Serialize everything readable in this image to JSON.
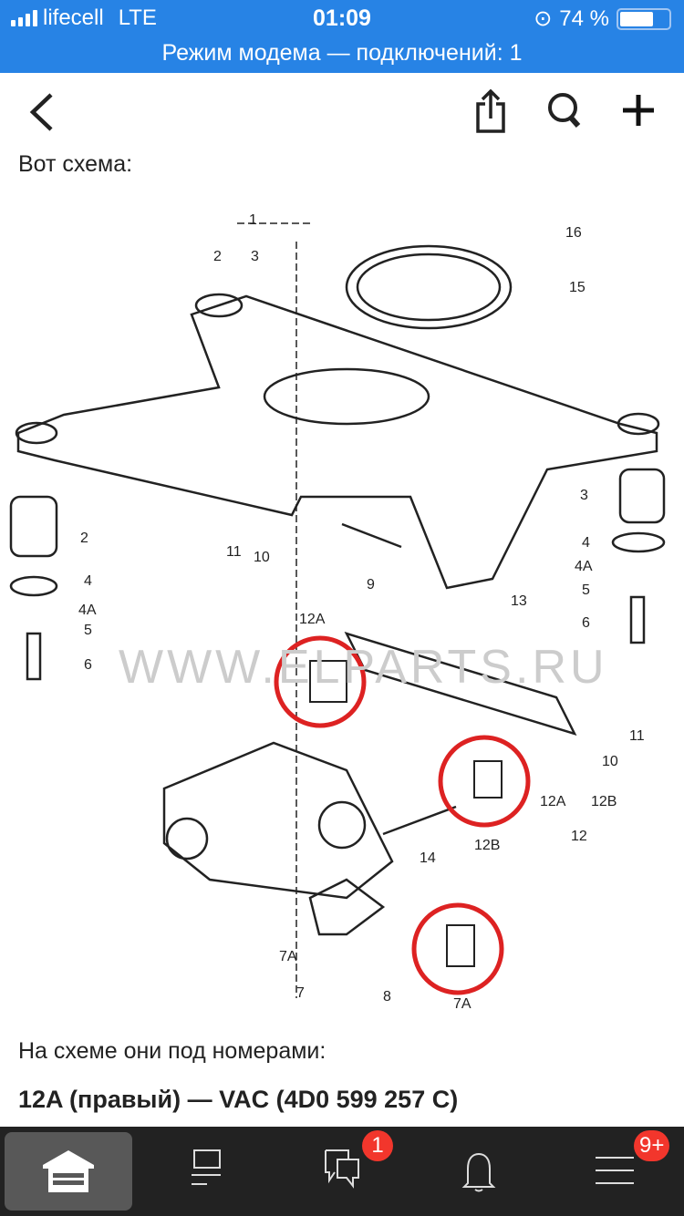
{
  "status": {
    "carrier": "lifecell",
    "network": "LTE",
    "time": "01:09",
    "battery": "74 %",
    "battery_level": 0.74,
    "hotspot": "Режим модема — подключений: 1"
  },
  "nav": {
    "back": "back",
    "share": "share",
    "search": "search",
    "add": "add"
  },
  "post": {
    "intro": "Вот схема:",
    "after": "На схеме они под номерами:",
    "line1": "12A (правый) — VAC (4D0 599 257 C)"
  },
  "diagram": {
    "watermark": "WWW.ELPARTS.RU",
    "labels": [
      "1",
      "2",
      "3",
      "16",
      "15",
      "11",
      "10",
      "9",
      "2",
      "4",
      "4A",
      "5",
      "6",
      "12A",
      "13",
      "11",
      "10",
      "3",
      "4",
      "4A",
      "5",
      "6",
      "12A",
      "12B",
      "12",
      "14",
      "12B",
      "7A",
      "7",
      "8",
      "7A"
    ]
  },
  "tabbar": {
    "messages_badge": "1",
    "menu_badge": "9+"
  }
}
